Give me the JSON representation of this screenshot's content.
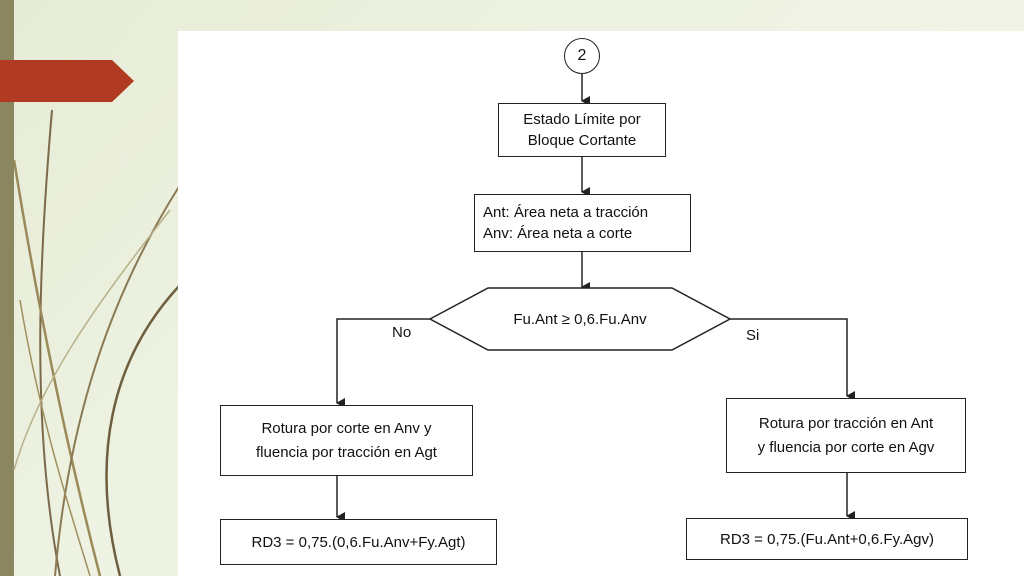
{
  "diagram": {
    "start_label": "2",
    "box_estado": "Estado Límite por\nBloque Cortante",
    "box_areas": "Ant: Área neta a tracción\nAnv: Área neta a corte",
    "decision": "Fu.Ant ≥ 0,6.Fu.Anv",
    "branch_no": "No",
    "branch_si": "Si",
    "left_rupture": "Rotura por corte en Anv y\nfluencia por tracción en Agt",
    "right_rupture": "Rotura por tracción en Ant\ny fluencia por corte en Agv",
    "left_formula": "RD3 = 0,75.(0,6.Fu.Anv+Fy.Agt)",
    "right_formula": "RD3 = 0,75.(Fu.Ant+0,6.Fy.Agv)"
  },
  "theme": {
    "accent_tab": "#b03a22",
    "left_bar": "#8a8660",
    "line": "#222222"
  }
}
